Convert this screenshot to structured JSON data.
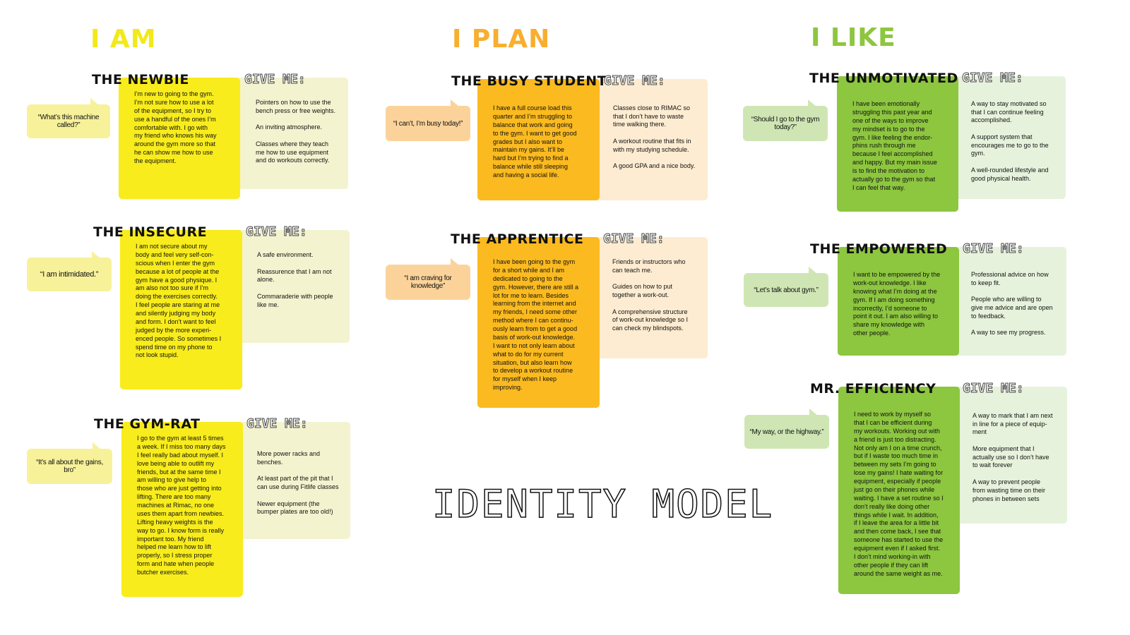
{
  "headers": {
    "i_am": "I AM",
    "i_plan": "I PLAN",
    "i_like": "I LIKE"
  },
  "model_title": "IDENTITY MODEL",
  "give_me_label": "GIVE ME:",
  "colors": {
    "yellow": "#f8ec1c",
    "yellow_light": "#f4f3cf",
    "yellow_quote": "#f7f19a",
    "yellow_head": "#f2e91a",
    "orange": "#fbba1f",
    "orange_light": "#fdecd1",
    "orange_quote": "#fbd39a",
    "orange_head": "#f8ae2f",
    "green": "#8dc63f",
    "green_light": "#e7f2dc",
    "green_quote": "#cfe6b4",
    "green_head": "#8dc63f"
  },
  "personas": [
    {
      "title": "THE NEWBIE",
      "quote": "“What’s this machine called?”",
      "description": "I’m new to going to the gym.\nI’m not sure how to use a lot\nof the equipment, so I try to\nuse a handful of the ones I’m\ncomfortable with. I go with\nmy friend who knows his way\naround the gym more so that\nhe can show me how to use\nthe equipment.",
      "give_me": [
        "Pointers on how to use the\nbench press or free weights.",
        "An inviting atmosphere.",
        "Classes where they teach\nme how to use equipment\nand do workouts correctly."
      ]
    },
    {
      "title": "THE INSECURE",
      "quote": "“I am intimidated.”",
      "description": "I am not secure about my\nbody and feel very self-con-\nscious when I enter the gym\nbecause a lot of people at the\ngym have a good physique. I\nam also not too sure if I’m\ndoing the exercises correctly.\nI feel people are staring at me\nand silently judging my body\nand form. I don’t want to feel\njudged by the more experi-\nenced people. So sometimes I\nspend time on my phone to\nnot look stupid.",
      "give_me": [
        "A safe environment.",
        "Reassurence that I am not\nalone.",
        "Commaraderie with people\nlike me."
      ]
    },
    {
      "title": "THE GYM-RAT",
      "quote": "“It’s all about the gains, bro”",
      "description": "I go to the gym at least 5 times\na week. If I miss too many days\nI feel really bad about myself. I\nlove being able to outlift my\nfriends, but at the same time I\nam willing to give help to\nthose who are just getting into\nlifting. There are too many\nmachines at Rimac, no one\nuses them apart from newbies.\nLifting heavy weights is the\nway to go. I know form is really\nimportant too. My friend\nhelped me learn how to lift\nproperly, so I stress proper\nform and hate when people\nbutcher exercises.",
      "give_me": [
        "More power racks and\nbenches.",
        "At least part of the pit that I\ncan use during Fitlife classes",
        "Newer equipment (the\nbumper plates are too old!)"
      ]
    },
    {
      "title": "THE BUSY STUDENT",
      "quote": "“I can’t, I’m busy today!”",
      "description": "I have a full course load this\nquarter and I’m struggling to\nbalance that work and going\nto the gym. I want to get good\ngrades but I also want to\nmaintain my gains. It’ll be\nhard but I’m trying to find a\nbalance while still sleeping\nand having a social life.",
      "give_me": [
        "Classes close to RIMAC so\nthat I don’t have to waste\ntime walking there.",
        "A workout routine that fits in\nwith my studying schedule.",
        "A good GPA and a nice body."
      ]
    },
    {
      "title": "THE APPRENTICE",
      "quote": "“I am craving for knowledge”",
      "description": "I have been going to the gym\nfor a short while and I am\ndedicated to going to the\ngym. However, there are still a\nlot for me to learn. Besides\nlearning from the internet and\nmy friends, I need some other\nmethod where I can continu-\nously learn from to get a good\nbasis of work-out knowledge.\nI want to not only learn about\nwhat to do for my current\nsituation, but also learn how\nto develop a workout routine\nfor myself when I keep\nimproving.",
      "give_me": [
        "Friends or instructors who\ncan teach me.",
        "Guides on how to put\ntogether a work-out.",
        "A comprehensive structure\nof work-out knowledge so I\ncan check my blindspots."
      ]
    },
    {
      "title": "THE UNMOTIVATED",
      "quote": "“Should I go to the gym today?”",
      "description": "I have been emotionally\nstruggling this past year and\none of the ways to improve\nmy mindset is to go to the\ngym. I like feeling the endor-\nphins rush through me\nbecause I feel accomplished\nand happy. But my main issue\nis to find the motivation to\nactually go to the gym so that\nI can feel that way.",
      "give_me": [
        "A way to stay motivated so\nthat I can continue feeling\naccomplished.",
        "A support system that\nencourages me to go to the\ngym.",
        "A well-rounded lifestyle and\ngood physical health."
      ]
    },
    {
      "title": "THE EMPOWERED",
      "quote": "“Let’s talk about gym.”",
      "description": "I want to be empowered by the\nwork-out knowledge. I like\nknowing what I’m doing at the\ngym. If I am doing something\nincorrectly, I’d someone to\npoint it out. I am also willing to\nshare my knowledge with\nother people.",
      "give_me": [
        "Professional advice on how\nto keep fit.",
        "People who are willing to\ngive me advice and are open\nto feedback.",
        "A way to see my progress."
      ]
    },
    {
      "title": "MR. EFFICIENCY",
      "quote": "“My way, or the highway.”",
      "description": "I need to work by myself so\nthat I can be efficient during\nmy workouts. Working out with\na friend is just too distracting.\nNot only am I on a time crunch,\nbut if I waste too much time in\nbetween my sets I’m going to\nlose my gains! I hate waiting for\nequipment, especially if people\njust go on their phones while\nwaiting. I have a set routine so I\ndon’t really like doing other\nthings while I wait. In addition,\nif I leave the area for a little bit\nand then come back, I see that\nsomeone has started to use the\nequipment even if I asked first.\nI don’t mind working-in with\nother people if they can lift\naround the same weight as me.",
      "give_me": [
        "A way to mark that I am next\nin line for a piece of equip-\nment",
        "More equipment that I\nactually use so I don’t have\nto wait forever",
        "A way to prevent people\nfrom wasting time on their\nphones in between sets"
      ]
    }
  ]
}
